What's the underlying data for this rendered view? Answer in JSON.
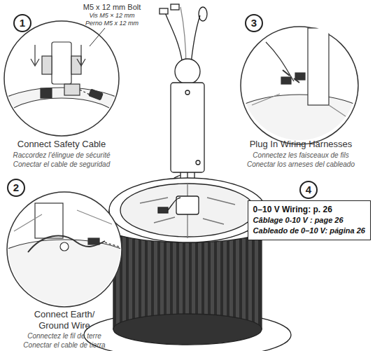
{
  "diagram": {
    "nodes": [
      {
        "text": [
          "0–10 V Wiring: p. 26",
          "Câblage 0-10 V : page 26",
          "Cableado de 0–10 V: página 26"
        ]
      }
    ],
    "edges": [],
    "labels": [
      "1",
      "M5 x 12 mm Bolt",
      "Vis M5 × 12 mm",
      "Perno M5 x 12 mm",
      "3",
      "Connect Safety Cable",
      "Raccordez l’élingue de sécurité",
      "Conectar el cable de seguridad",
      "Plug In Wiring Harnesses",
      "Connectez les faisceaux de fils",
      "Conectar los arneses del cableado",
      "2",
      "4",
      "Connect Earth/ Ground Wire",
      "Connectez le fil de terre",
      "Conectar el cable de tierra"
    ]
  }
}
